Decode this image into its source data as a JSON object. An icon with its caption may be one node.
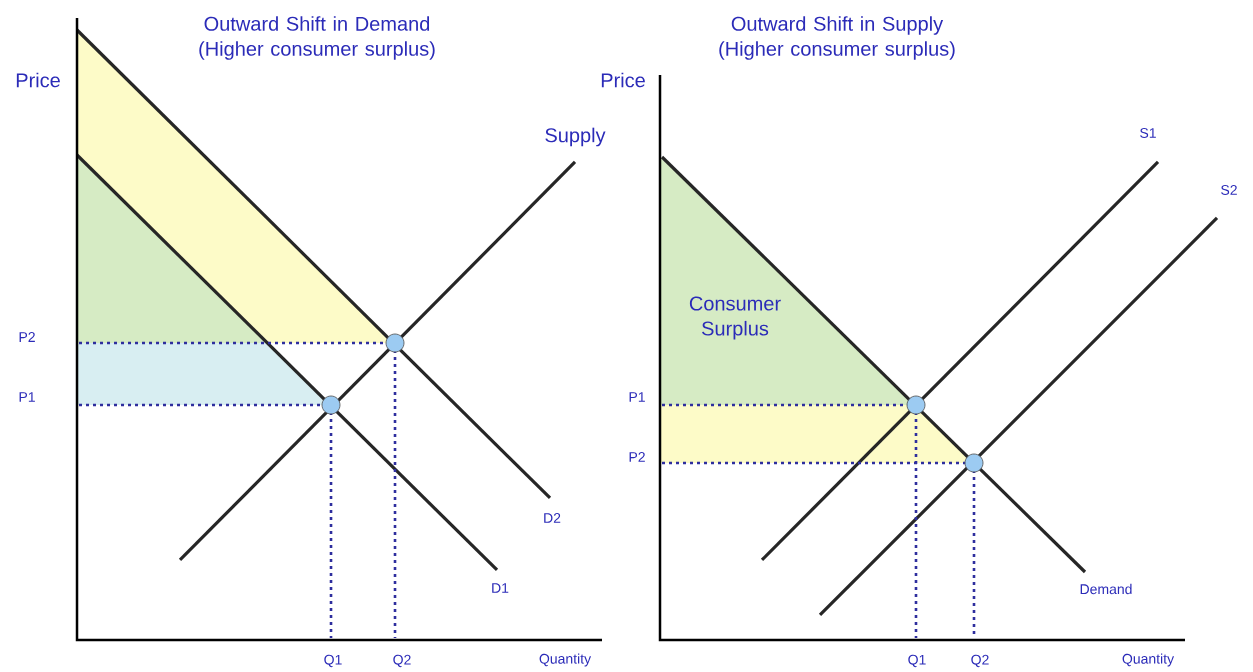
{
  "diagram": {
    "labels": [
      "Outward Shift in Demand (Higher consumer surplus)",
      "Outward Shift in Supply (Higher consumer surplus)",
      "Price",
      "Price",
      "Supply",
      "S1",
      "S2",
      "Consumer Surplus",
      "P2",
      "P1",
      "P1",
      "P2",
      "D2",
      "D1",
      "Demand",
      "Q1",
      "Q2",
      "Quantity",
      "Q1",
      "Q2",
      "Quantity"
    ]
  }
}
